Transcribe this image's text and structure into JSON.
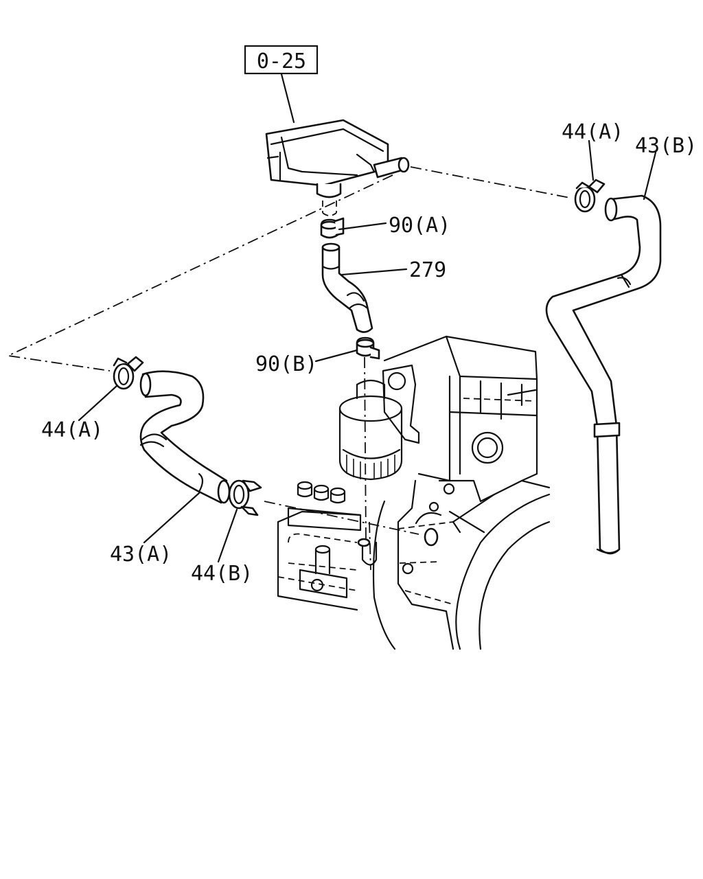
{
  "reference_box": "0-25",
  "callouts": {
    "c44a_top": "44(A)",
    "c43b": "43(B)",
    "c90a": "90(A)",
    "c279": "279",
    "c90b": "90(B)",
    "c44a_left": "44(A)",
    "c43a": "43(A)",
    "c44b": "44(B)"
  }
}
